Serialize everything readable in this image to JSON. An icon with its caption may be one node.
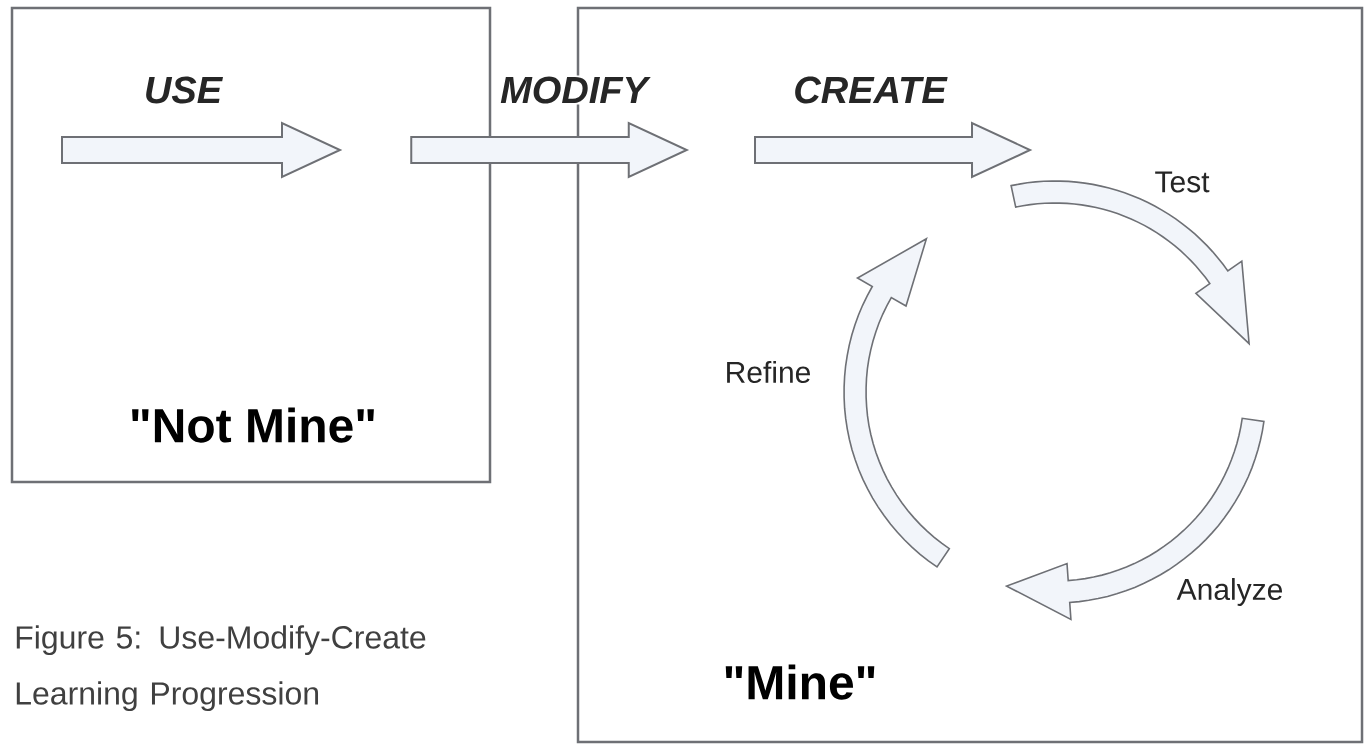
{
  "diagram": {
    "caption": "Figure 5: Use-Modify-Create Learning Progression",
    "nodes": [
      {
        "text": [
          "\"Not Mine\""
        ]
      },
      {
        "text": [
          "\"Mine\""
        ]
      }
    ],
    "edges": [
      {
        "from": 0,
        "to": 1,
        "arrow": "to",
        "label": "MODIFY"
      }
    ],
    "labels": [
      "USE",
      "CREATE",
      "Test",
      "Refine",
      "Analyze"
    ]
  }
}
